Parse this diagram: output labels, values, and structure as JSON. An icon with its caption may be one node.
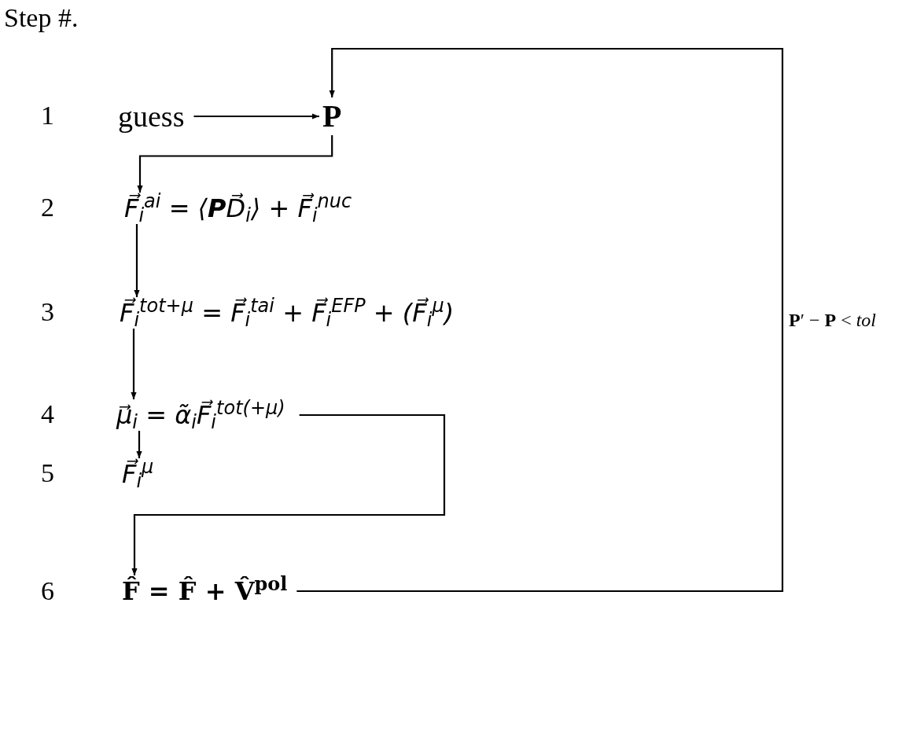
{
  "diagram": {
    "nodes": [
      {
        "text": [
          "guess"
        ]
      },
      {
        "text": [
          "P"
        ]
      },
      {
        "text": [
          "F⃗$_{i}$$^{ai}$ = ⟨**P**D⃗$_{i}$⟩ + F⃗$_{i}$$^{nuc}$"
        ]
      },
      {
        "text": [
          "F⃗$_{i}$$^{tot+μ}$ = F⃗$_{i}$$^{tai}$ + F⃗$_{i}$$^{EFP}$ + (F⃗$_{i}$$^{μ}$)"
        ]
      },
      {
        "text": [
          "μ⃗$_{i}$ = α̃$_{i}$F⃗$_{i}$$^{tot(+μ)}$"
        ]
      },
      {
        "text": [
          "F⃗$_{i}$$^{μ}$"
        ]
      },
      {
        "text": [
          "F̂ = F̂ + V̂$^{pol}$"
        ]
      }
    ],
    "edges": [
      {
        "from": 0,
        "to": 1,
        "arrow": "to"
      },
      {
        "from": 1,
        "to": 2,
        "arrow": "to"
      },
      {
        "from": 2,
        "to": 3,
        "arrow": "to"
      },
      {
        "from": 3,
        "to": 4,
        "arrow": "to"
      },
      {
        "from": 4,
        "to": 5,
        "arrow": "to"
      },
      {
        "from": 4,
        "to": 6,
        "arrow": "to"
      },
      {
        "from": 6,
        "to": 1,
        "arrow": "to",
        "label": "**P**′ − **P** < *tol*"
      }
    ],
    "labels": [
      "Step #.",
      "1",
      "2",
      "3",
      "4",
      "5",
      "6"
    ]
  }
}
